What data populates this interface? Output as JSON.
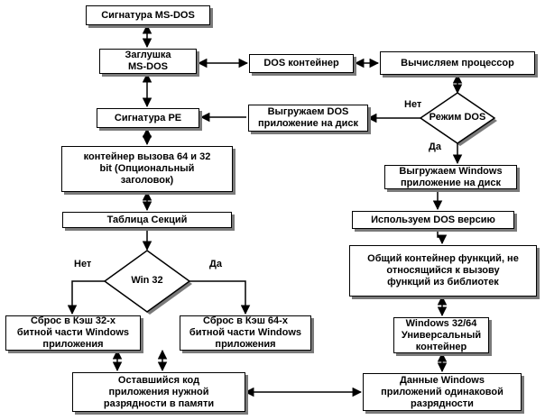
{
  "nodes": {
    "msdos_signature": "Сигнатура MS-DOS",
    "msdos_stub": "Заглушка\nMS-DOS",
    "dos_container": "DOS контейнер",
    "calc_cpu": "Вычисляем процессор",
    "pe_signature": "Сигнатура PE",
    "unload_dos": "Выгружаем DOS\nприложение на диск",
    "dos_mode": "Режим DOS",
    "call_container": "контейнер вызова 64 и 32\nbit (Опциональный\nзаголовок)",
    "unload_windows": "Выгружаем Windows\nприложение на диск",
    "section_table": "Таблица Секций",
    "use_dos_version": "Используем DOS версию",
    "win32": "Win 32",
    "common_container": "Общий контейнер функций, не\nотносящийся к вызову\nфункций из библиотек",
    "cache32": "Сброс в Кэш 32-х\nбитной части Windows\nприложения",
    "cache64": "Сброс в Кэш 64-х\nбитной части Windows\nприложения",
    "universal": "Windows 32/64\nУниверсальный\nконтейнер",
    "remaining_code": "Оставшийся код\nприложения нужной\nразрядности в памяти",
    "windows_data": "Данные Windows\nприложений одинаковой\nразрядности"
  },
  "edge_labels": {
    "dos_no": "Нет",
    "dos_yes": "Да",
    "win32_no": "Нет",
    "win32_yes": "Да"
  }
}
